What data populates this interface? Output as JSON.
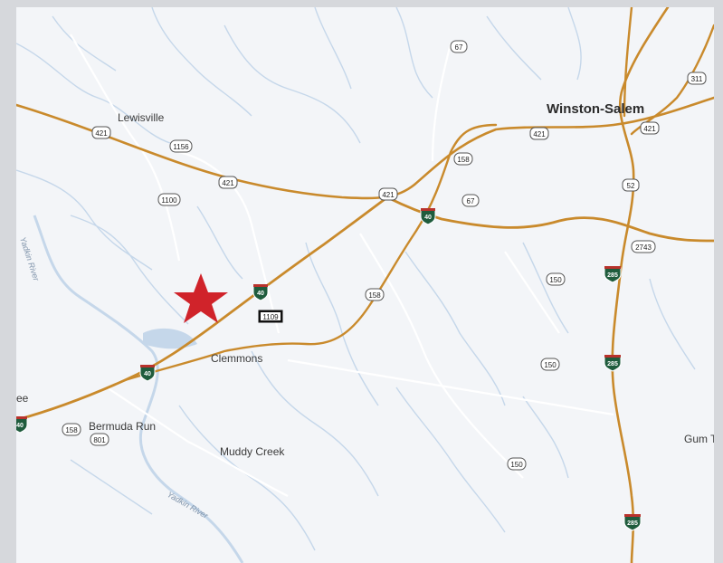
{
  "places": {
    "winston_salem": "Winston-Salem",
    "lewisville": "Lewisville",
    "clemmons": "Clemmons",
    "bermuda_run": "Bermuda Run",
    "muddy_creek": "Muddy Creek",
    "gum_t": "Gum T",
    "ee": "ee"
  },
  "rivers": {
    "yadkin_1": "Yadkin River",
    "yadkin_2": "Yadkin River"
  },
  "shields": {
    "us421_a": "421",
    "us421_b": "421",
    "us421_c": "421",
    "us421_d": "421",
    "us421_e": "421",
    "sr1156": "1156",
    "sr1100": "1100",
    "sr1109": "1109",
    "nc67_a": "67",
    "nc67_b": "67",
    "nc158_a": "158",
    "nc158_b": "158",
    "nc158_c": "158",
    "us311": "311",
    "us52": "52",
    "sr2743": "2743",
    "nc150_a": "150",
    "nc150_b": "150",
    "nc150_c": "150",
    "nc801": "801",
    "i40_a": "40",
    "i40_b": "40",
    "i40_c": "40",
    "i40_d": "40",
    "i285_a": "285",
    "i285_b": "285",
    "i285_c": "285"
  },
  "colors": {
    "highway": "#c98a2c",
    "water": "#c5d7ea",
    "land": "#f3f5f8",
    "marker": "#d0232a",
    "interstate": "#1f5c3d"
  },
  "marker": {
    "icon": "star-marker-icon"
  }
}
